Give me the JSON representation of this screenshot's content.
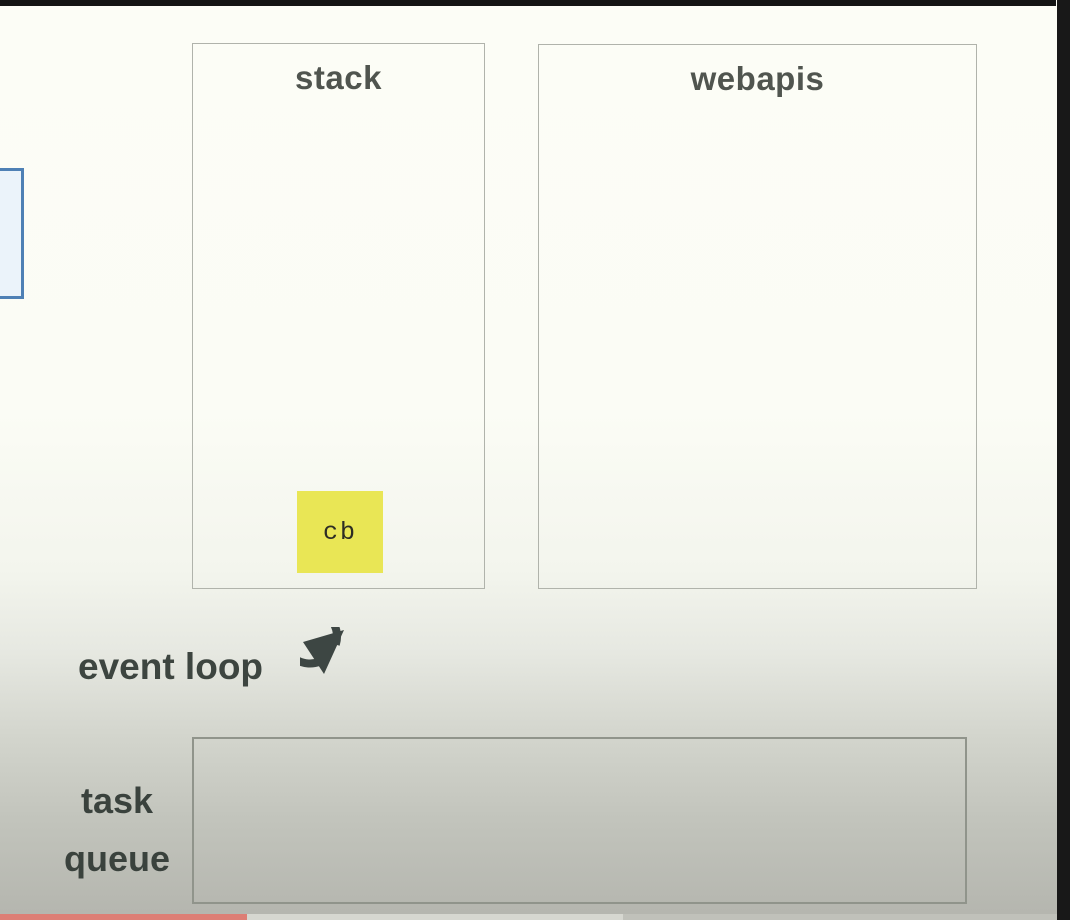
{
  "diagram": {
    "stack": {
      "title": "stack",
      "frames": [
        {
          "label": "cb",
          "color": "#e9e655"
        }
      ]
    },
    "webapis": {
      "title": "webapis",
      "items": []
    },
    "event_loop": {
      "label": "event loop",
      "icon": "rotate-counterclockwise-icon"
    },
    "task_queue": {
      "label_line1": "task",
      "label_line2": "queue",
      "items": []
    }
  },
  "colors": {
    "background_top": "#fcfdf6",
    "background_bottom": "#b4b5ae",
    "panel_border": "#b0b3ab",
    "queue_border": "#90948b",
    "label_text": "#3d4540",
    "note_yellow": "#e9e655",
    "note_text": "#2d2d24",
    "code_box_border": "#4e80b5",
    "code_box_fill": "#ebf3fa",
    "letterbox_black": "#161616",
    "bottom_strip_salmon": "#dd7e75",
    "icon_color": "#3d4643"
  }
}
